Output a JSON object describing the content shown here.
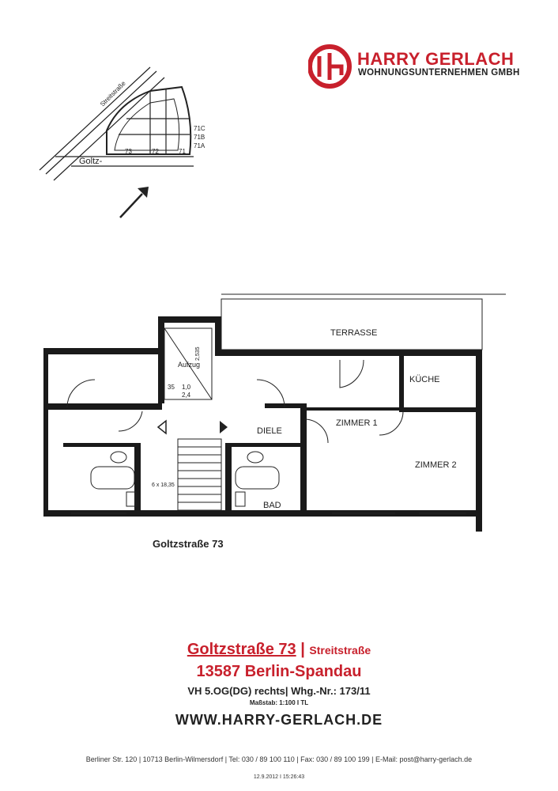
{
  "brand": {
    "name": "HARRY GERLACH",
    "subtitle": "WOHNUNGSUNTERNEHMEN GMBH",
    "logo_letters": "HG",
    "color": "#c8202c"
  },
  "sitemap": {
    "street_label_1": "Goltz-",
    "street_label_2": "Streitstraße",
    "house_numbers": [
      "71C",
      "71B",
      "71A",
      "72",
      "73",
      "71"
    ],
    "north_arrow": "north-arrow"
  },
  "floorplan": {
    "rooms": {
      "terrasse": "TERRASSE",
      "kueche": "KÜCHE",
      "diele": "DIELE",
      "zimmer1": "ZIMMER 1",
      "zimmer2": "ZIMMER 2",
      "bad": "BAD",
      "aufzug": "Aufzug"
    },
    "street_caption": "Goltzstraße 73",
    "annotations": {
      "dim1": "2,535",
      "dim2": "35",
      "dim3": "1,0",
      "dim4": "2,4",
      "stairs": "6 x 18,35"
    }
  },
  "address": {
    "street": "Goltzstraße 73",
    "separator": "|",
    "cross_street": "Streitstraße",
    "city": "13587 Berlin-Spandau",
    "unit": "VH 5.OG(DG) rechts| Whg.-Nr.: 173/11",
    "scale": "Maßstab: 1:100 I TL",
    "website": "WWW.HARRY-GERLACH.DE"
  },
  "footer": {
    "contact": "Berliner Str. 120 | 10713 Berlin-Wilmersdorf | Tel: 030 / 89 100 110 | Fax: 030 / 89 100 199 | E-Mail: post@harry-gerlach.de",
    "timestamp": "12.9.2012 I 15:26:43"
  }
}
